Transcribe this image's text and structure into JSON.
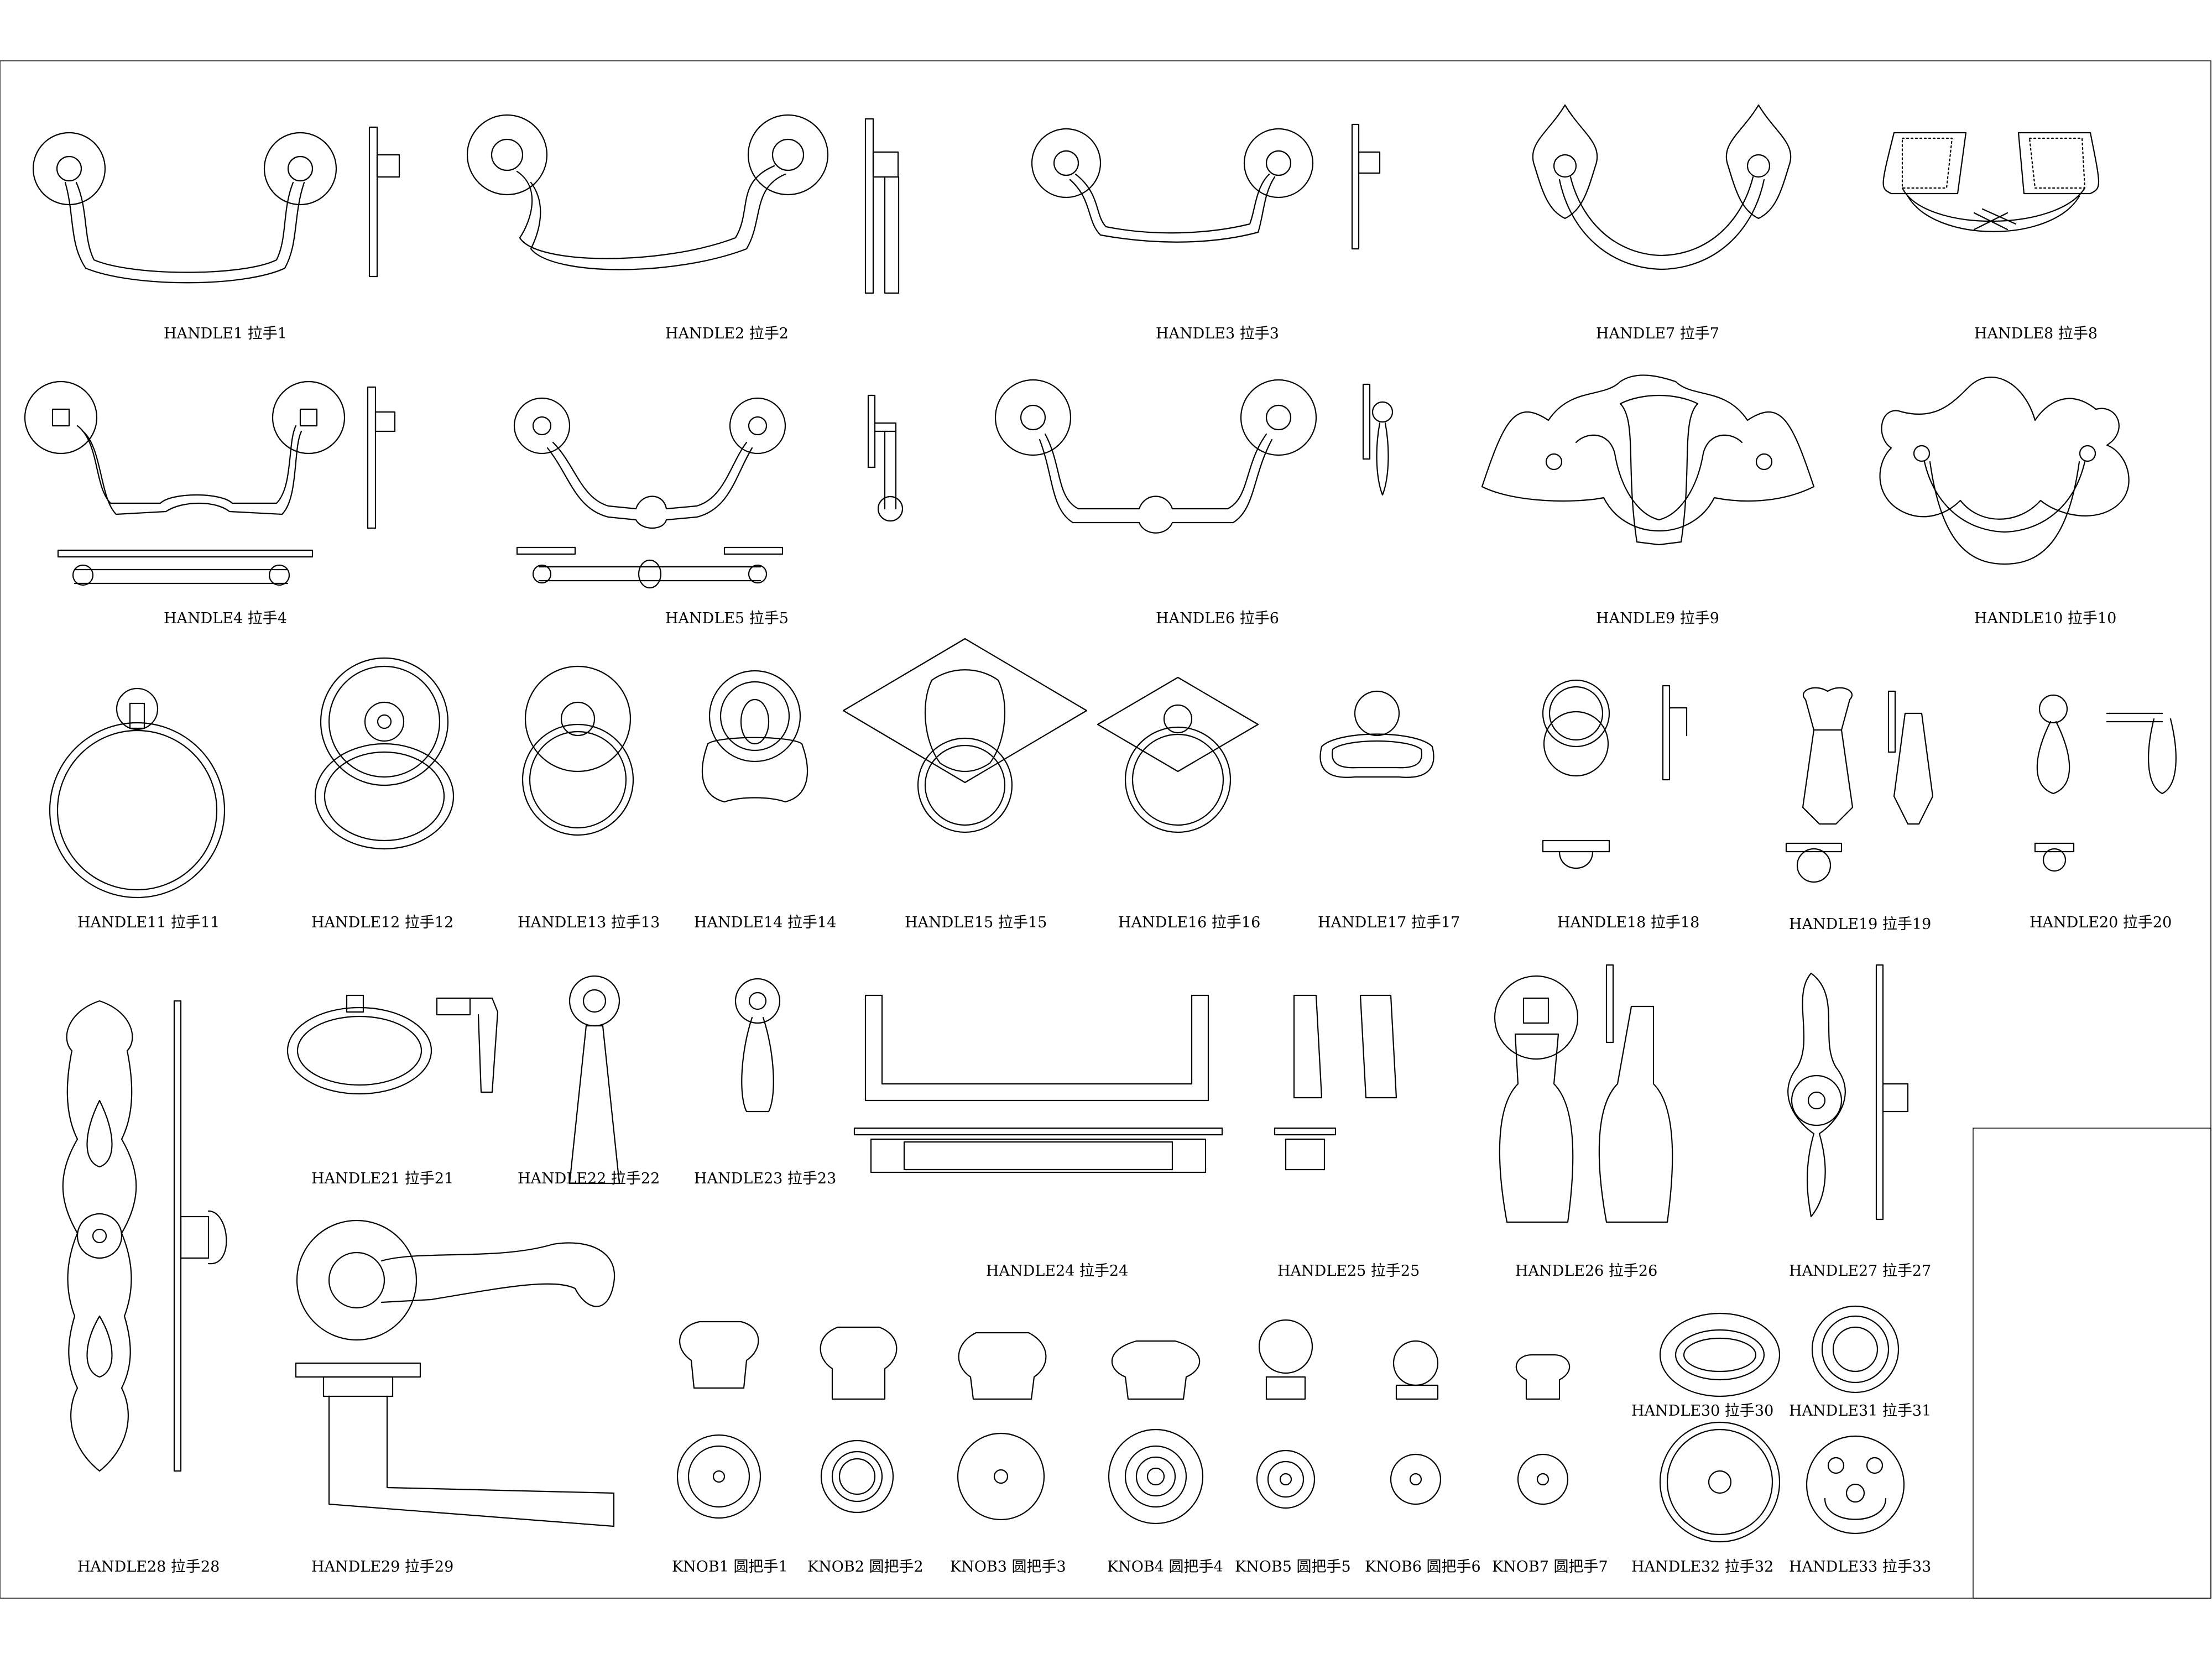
{
  "labels": {
    "h1": "HANDLE1 拉手1",
    "h2": "HANDLE2 拉手2",
    "h3": "HANDLE3 拉手3",
    "h7": "HANDLE7 拉手7",
    "h8": "HANDLE8 拉手8",
    "h4": "HANDLE4 拉手4",
    "h5": "HANDLE5 拉手5",
    "h6": "HANDLE6 拉手6",
    "h9": "HANDLE9 拉手9",
    "h10": "HANDLE10 拉手10",
    "h11": "HANDLE11 拉手11",
    "h12": "HANDLE12 拉手12",
    "h13": "HANDLE13 拉手13",
    "h14": "HANDLE14 拉手14",
    "h15": "HANDLE15 拉手15",
    "h16": "HANDLE16 拉手16",
    "h17": "HANDLE17 拉手17",
    "h18": "HANDLE18 拉手18",
    "h19": "HANDLE19 拉手19",
    "h20": "HANDLE20 拉手20",
    "h21": "HANDLE21 拉手21",
    "h22": "HANDLE22 拉手22",
    "h23": "HANDLE23 拉手23",
    "h24": "HANDLE24 拉手24",
    "h25": "HANDLE25 拉手25",
    "h26": "HANDLE26 拉手26",
    "h27": "HANDLE27 拉手27",
    "h28": "HANDLE28 拉手28",
    "h29": "HANDLE29 拉手29",
    "h30": "HANDLE30 拉手30",
    "h31": "HANDLE31 拉手31",
    "h32": "HANDLE32 拉手32",
    "h33": "HANDLE33 拉手33",
    "k1": "KNOB1 圆把手1",
    "k2": "KNOB2 圆把手2",
    "k3": "KNOB3 圆把手3",
    "k4": "KNOB4 圆把手4",
    "k5": "KNOB5 圆把手5",
    "k6": "KNOB6 圆把手6",
    "k7": "KNOB7 圆把手7"
  }
}
